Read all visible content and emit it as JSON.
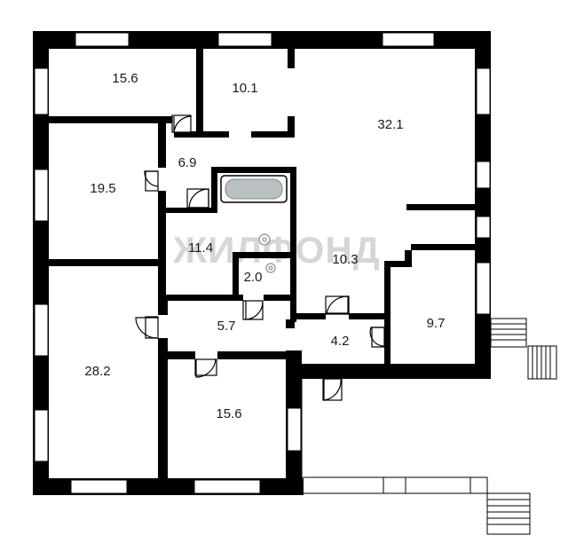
{
  "watermark": "ЖИЛФОНД",
  "colors": {
    "wall": "#000000",
    "window": "#ffffff",
    "fixture": "#9aa3a6",
    "watermark": "#d6d6d6"
  },
  "rooms": [
    {
      "id": "room-top-left",
      "area": "15.6"
    },
    {
      "id": "room-top-small",
      "area": "10.1"
    },
    {
      "id": "room-large",
      "area": "32.1"
    },
    {
      "id": "room-hall",
      "area": "6.9"
    },
    {
      "id": "room-left-mid",
      "area": "19.5"
    },
    {
      "id": "room-bath",
      "area": "11.4"
    },
    {
      "id": "room-center",
      "area": "10.3"
    },
    {
      "id": "room-wc",
      "area": "2.0"
    },
    {
      "id": "room-right",
      "area": "9.7"
    },
    {
      "id": "room-corridor",
      "area": "5.7"
    },
    {
      "id": "room-vestibule",
      "area": "4.2"
    },
    {
      "id": "room-left-bottom",
      "area": "28.2"
    },
    {
      "id": "room-bottom-mid",
      "area": "15.6"
    }
  ]
}
